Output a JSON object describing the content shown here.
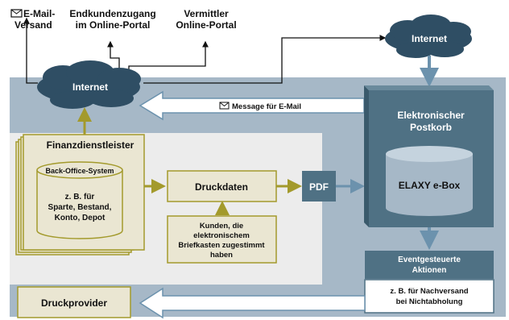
{
  "top_labels": {
    "email_line1": "E-Mail-",
    "email_line2": "Versand",
    "portal_line1": "Endkundenzugang",
    "portal_line2": "im Online-Portal",
    "broker_line1": "Vermittler",
    "broker_line2": "Online-Portal"
  },
  "clouds": {
    "left": "Internet",
    "right": "Internet"
  },
  "message_arrow": "Message für E-Mail",
  "finanz": {
    "title": "Finanzdienstleister",
    "backoffice_title": "Back-Office-System",
    "details": [
      "z. B. für",
      "Sparte, Bestand,",
      "Konto, Depot"
    ]
  },
  "druckdaten": "Druckdaten",
  "kunden": [
    "Kunden, die",
    "elektronischem",
    "Briefkasten zugestimmt",
    "haben"
  ],
  "pdf": "PDF",
  "postkorb": {
    "title_line1": "Elektronischer",
    "title_line2": "Postkorb",
    "ebox": "ELAXY e-Box"
  },
  "event": {
    "title_line1": "Eventgesteuerte",
    "title_line2": "Aktionen",
    "detail_line1": "z. B. für Nachversand",
    "detail_line2": "bei Nichtabholung"
  },
  "druckprovider": "Druckprovider",
  "colors": {
    "olive": "#a39a2c",
    "box_beige": "#eae6d2",
    "slate_blue": "#4f7184",
    "steel": "#a6b8c7",
    "cloud_blue": "#2f4e64",
    "arrow_blue": "#6c92ad"
  }
}
